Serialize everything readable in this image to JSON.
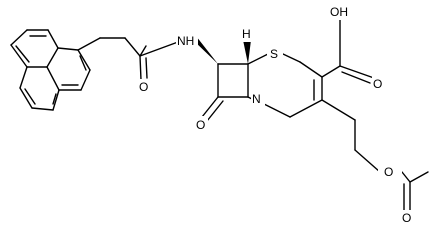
{
  "molecule": {
    "atoms": {
      "carboxyl_oh": "OH",
      "carboxyl_o": "O",
      "sulfur": "S",
      "amide_nh": "NH",
      "amide_o": "O",
      "lactam_o": "O",
      "ring_n": "N",
      "ester_o": "O",
      "acetyl_o": "O",
      "stereo_h": "H"
    }
  }
}
